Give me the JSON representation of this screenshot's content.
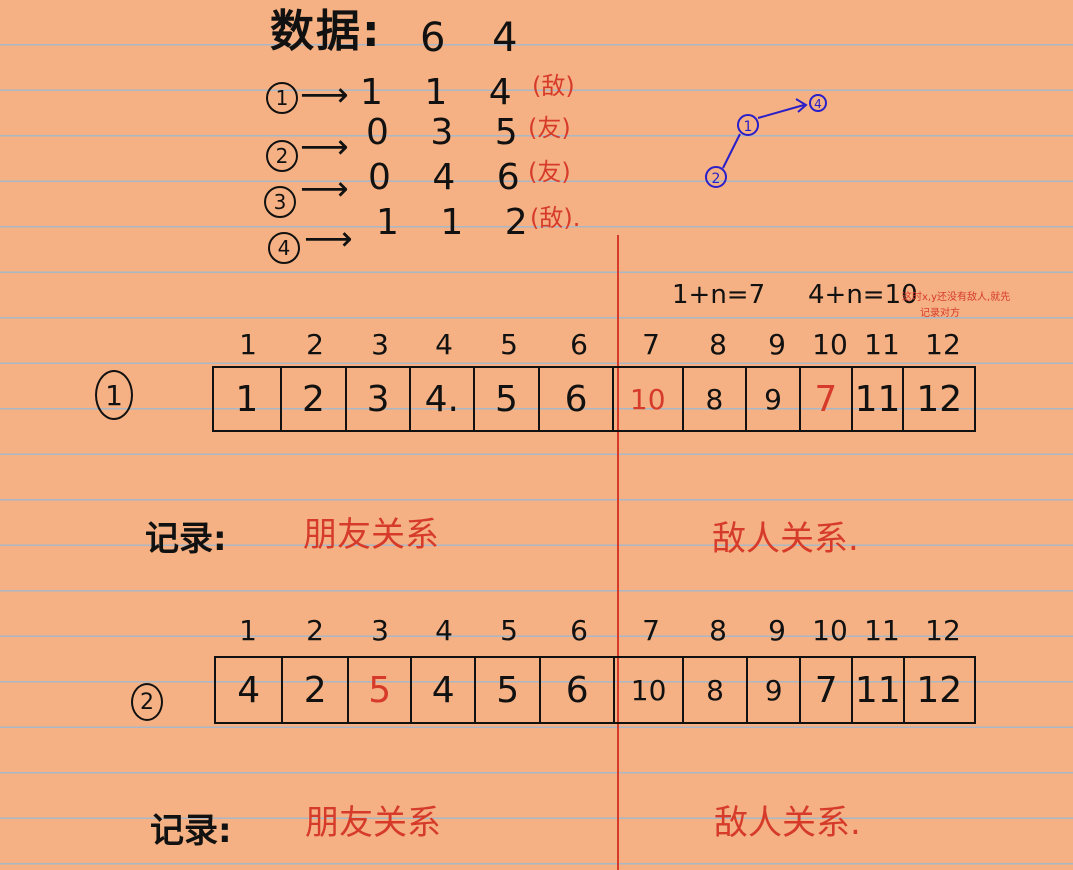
{
  "header": {
    "title": "数据:",
    "values": "6 4"
  },
  "rows": [
    {
      "label": "1",
      "values": "1 1 4",
      "tag": "(敌)"
    },
    {
      "label": "2",
      "values": "0 3 5",
      "tag": "(友)"
    },
    {
      "label": "3",
      "values": "0 4 6",
      "tag": "(友)"
    },
    {
      "label": "4",
      "values": "1 1 2",
      "tag": "(敌)."
    }
  ],
  "graph": {
    "node_a": "1",
    "node_b": "4",
    "node_c": "2"
  },
  "formulas": {
    "left": "1+n=7",
    "right": "4+n=10"
  },
  "note": {
    "line1": "这时x,y还没有敌人,就先",
    "line2": "记录对方"
  },
  "indices": [
    "1",
    "2",
    "3",
    "4",
    "5",
    "6",
    "7",
    "8",
    "9",
    "10",
    "11",
    "12"
  ],
  "array1": {
    "label": "1",
    "cells": [
      "1",
      "2",
      "3",
      "4.",
      "5",
      "6",
      "10",
      "8",
      "9",
      "7",
      "11",
      "12"
    ],
    "red_cells": [
      6,
      9
    ]
  },
  "array2": {
    "label": "2",
    "cells": [
      "4",
      "2",
      "5",
      "4",
      "5",
      "6",
      "10",
      "8",
      "9",
      "7",
      "11",
      "12"
    ],
    "red_cells": [
      2
    ]
  },
  "records": {
    "label": "记录:",
    "friend": "朋友关系",
    "enemy": "敌人关系."
  },
  "colors": {
    "paper": "#f5b183",
    "rule_lines": "#a9b7c6",
    "ink": "#111111",
    "red_ink": "#d63b2a",
    "blue_ink": "#2a1fc8"
  }
}
